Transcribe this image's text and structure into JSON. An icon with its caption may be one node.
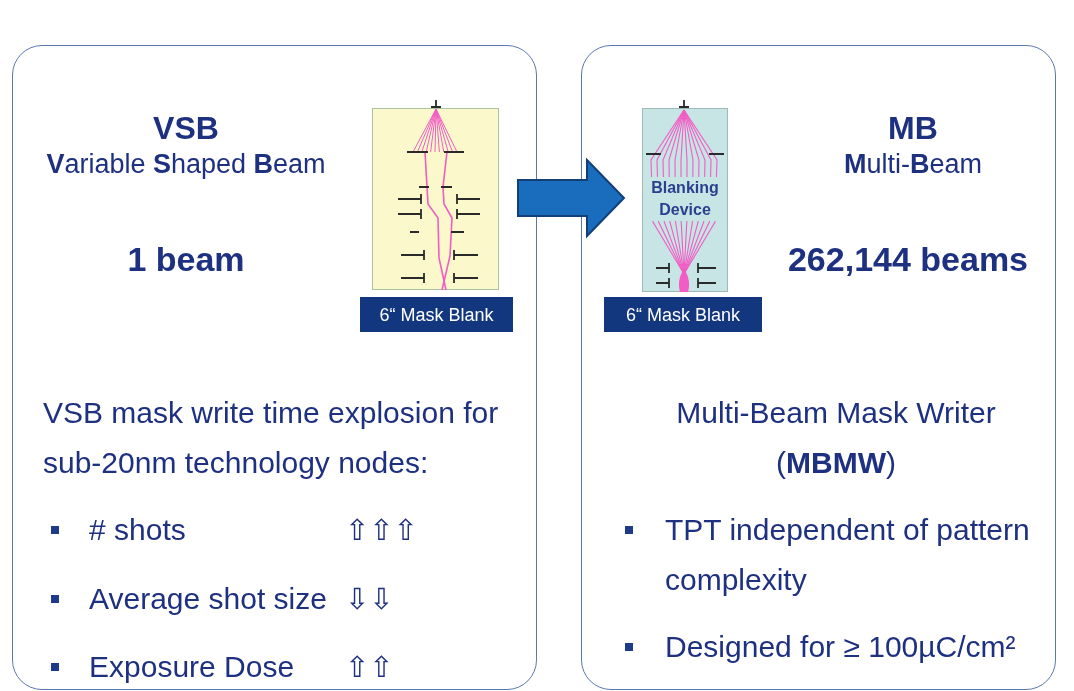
{
  "diagram": {
    "nodes": [
      {
        "text": [
          "VSB",
          "**V**ariable **S**haped **B**eam",
          "1 beam",
          "VSB mask write time explosion for sub-20nm technology nodes:",
          "# shots",
          "⇧⇧⇧",
          "Average shot size",
          "⇩⇩",
          "Exposure Dose",
          "⇧⇧"
        ]
      },
      {
        "text": [],
        "shape": "picture",
        "in": 0
      },
      {
        "text": [
          "6“ Mask Blank"
        ],
        "in": 0
      },
      {
        "text": [
          "MB",
          "**M**ulti-**B**eam",
          "262,144 beams",
          "Multi-Beam Mask Writer (**MBMW**)",
          "TPT independent of pattern complexity",
          "Designed for ≥ 100µC/cm²"
        ]
      },
      {
        "text": [
          "Blanking Device"
        ],
        "in": 3
      },
      {
        "text": [
          "6“ Mask Blank"
        ],
        "in": 3
      }
    ],
    "edges": [
      {
        "from": 0,
        "to": 3,
        "arrow": "to",
        "style": "thick"
      }
    ]
  }
}
